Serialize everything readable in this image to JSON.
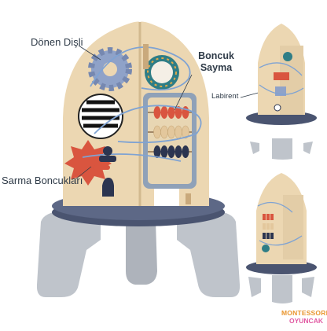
{
  "labels": {
    "rotating_gear": "Dönen Dişli",
    "bead_counting_line1": "Boncuk",
    "bead_counting_line2": "Sayma",
    "labyrinth": "Labirent",
    "bead_winding": "Sarma Boncukları"
  },
  "logo": {
    "line1": "MONTESSORI",
    "line2": "OYUNCAK"
  },
  "colors": {
    "wood": "#e9d3ad",
    "base_navy": "#4a5470",
    "fins_grey": "#b9bec6",
    "gear_blue": "#8fa2c8",
    "bead_red": "#d9553f",
    "bead_beige": "#e8cfa8",
    "bead_navy": "#2c3550",
    "panel_blue": "#8fa1b8",
    "star_red": "#d9553f",
    "porthole_teal": "#2e7d86"
  }
}
